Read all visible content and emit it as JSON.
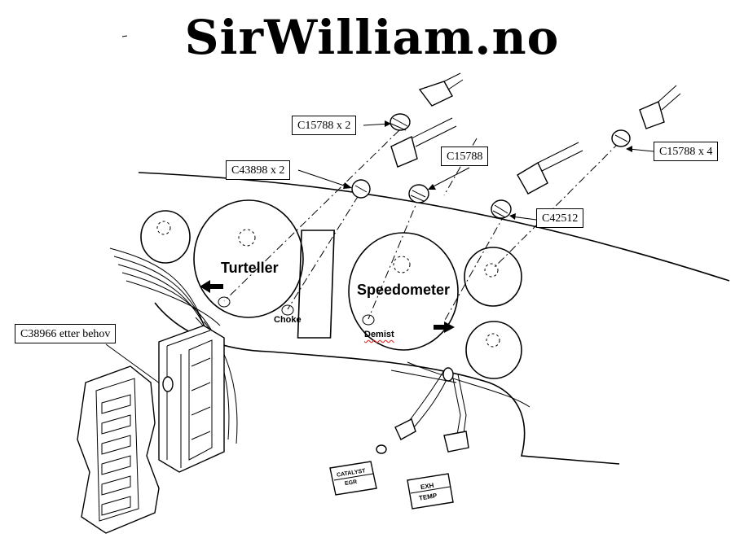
{
  "title": "SirWilliam.no",
  "callouts": {
    "c15788_x2": "C15788 x 2",
    "c43898_x2": "C43898 x 2",
    "c15788": "C15788",
    "c15788_x4": "C15788 x 4",
    "c42512": "C42512",
    "c38966": "C38966 etter behov"
  },
  "labels": {
    "turteller": "Turteller",
    "speedometer": "Speedometer",
    "choke": "Choke",
    "demist": "Demist",
    "catalyst": "CATALYST",
    "egr": "EGR",
    "exh": "EXH",
    "temp": "TEMP"
  }
}
